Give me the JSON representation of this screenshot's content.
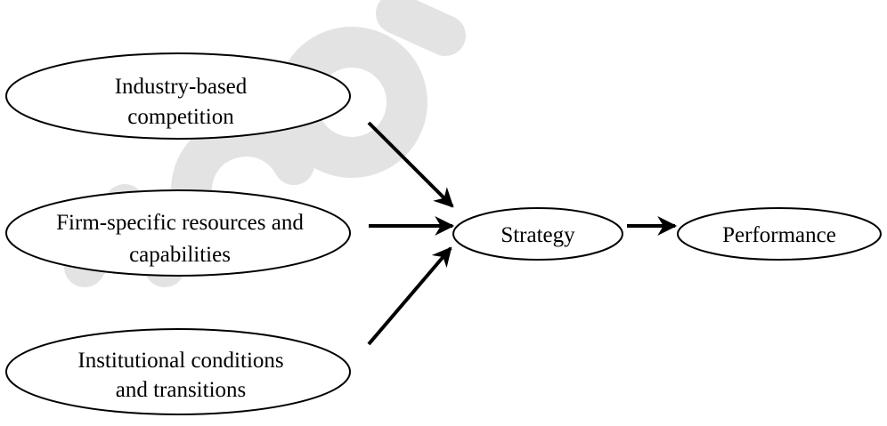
{
  "diagram": {
    "colors": {
      "stroke": "#000000",
      "fill": "#ffffff",
      "watermark": "#e3e3e3"
    },
    "nodes": {
      "industry": {
        "line1": "Industry-based",
        "line2": "competition"
      },
      "firm": {
        "line1": "Firm-specific resources and",
        "line2": "capabilities"
      },
      "institutional": {
        "line1": "Institutional conditions",
        "line2": "and transitions"
      },
      "strategy": {
        "label": "Strategy"
      },
      "performance": {
        "label": "Performance"
      }
    },
    "edges": [
      {
        "from": "industry",
        "to": "strategy"
      },
      {
        "from": "firm",
        "to": "strategy"
      },
      {
        "from": "institutional",
        "to": "strategy"
      },
      {
        "from": "strategy",
        "to": "performance"
      }
    ]
  }
}
